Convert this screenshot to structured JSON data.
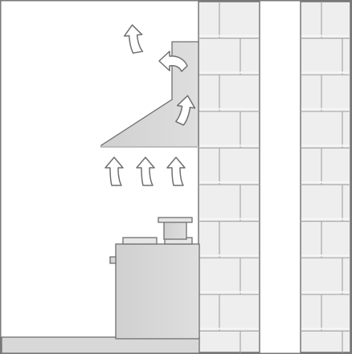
{
  "diagram": {
    "kind": "recirculating-cooker-hood-installation",
    "elements": [
      "stove",
      "cooking-pot",
      "cooker-hood",
      "brick-wall",
      "countertop",
      "airflow-arrows"
    ],
    "airflow": {
      "rising_under_hood": 3,
      "inside_hood": 1,
      "exiting_hood": 2
    }
  },
  "colors": {
    "background": "#ffffff",
    "frame": "#7a7a7a",
    "wall_fill": "#eeeeee",
    "brick_line": "#a8a8a8",
    "metal_fill": "#d8d8d8",
    "metal_dark": "#bdbdbd",
    "stroke": "#6f6f6f",
    "arrow_fill": "#ffffff"
  }
}
